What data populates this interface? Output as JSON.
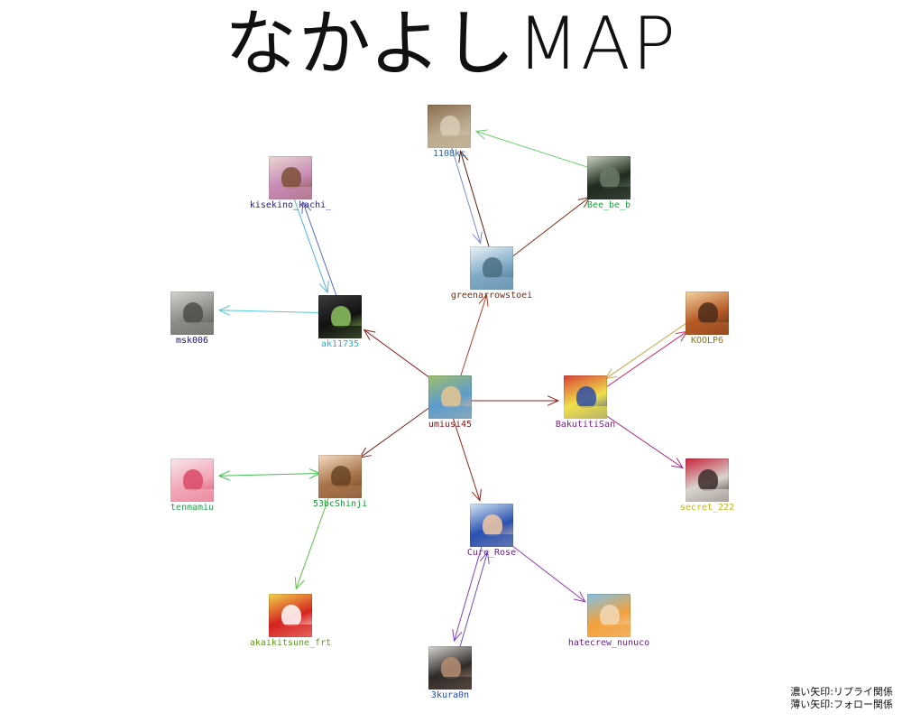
{
  "title": "なかよしMAP",
  "legend": {
    "dark_line": "濃い矢印:リプライ関係",
    "light_line": "薄い矢印:フォロー関係"
  },
  "nodes": [
    {
      "id": "1108kc",
      "label": "1108kc",
      "label_color": "#1d64b4",
      "avatar_colors": [
        "#b9a98d",
        "#8a6d4f",
        "#d9cdb8"
      ],
      "avatar_icon": "deer-photo-icon"
    },
    {
      "id": "Bee_be_b",
      "label": "Bee_be_b",
      "label_color": "#17a53d",
      "avatar_colors": [
        "#1f2a1e",
        "#c9d3bf",
        "#6a7a68"
      ],
      "avatar_icon": "profile-photo-icon"
    },
    {
      "id": "kisekino_kachi_",
      "label": "kisekino_kachi_",
      "label_color": "#241f7a",
      "avatar_colors": [
        "#c98bb7",
        "#e7d8d0",
        "#7c4f36"
      ],
      "avatar_icon": "plush-toy-icon"
    },
    {
      "id": "greenarrowstoei",
      "label": "greenarrowstoei",
      "label_color": "#6a2f14",
      "avatar_colors": [
        "#7ea9c7",
        "#edf4f7",
        "#4a6e83"
      ],
      "avatar_icon": "swans-photo-icon"
    },
    {
      "id": "msk006",
      "label": "msk006",
      "label_color": "#1b1a6b",
      "avatar_colors": [
        "#8a8c88",
        "#d4d3cd",
        "#4e4c48"
      ],
      "avatar_icon": "robot-model-icon"
    },
    {
      "id": "ak11735",
      "label": "ak11735",
      "label_color": "#23b3c6",
      "avatar_colors": [
        "#111111",
        "#3c3c3c",
        "#8dc35f"
      ],
      "avatar_icon": "dark-cube-icon"
    },
    {
      "id": "KOOLP6",
      "label": "KOOLP6",
      "label_color": "#8a7a10",
      "avatar_colors": [
        "#b75b27",
        "#f3d4a2",
        "#4b2b17"
      ],
      "avatar_icon": "anime-girl-icon"
    },
    {
      "id": "umiusi45",
      "label": "umiusi45",
      "label_color": "#7a1414",
      "avatar_colors": [
        "#5d9bcc",
        "#9fc06b",
        "#e7c58f"
      ],
      "avatar_icon": "dog-photo-icon"
    },
    {
      "id": "BakutitiSan",
      "label": "BakutitiSan",
      "label_color": "#7d1f8c",
      "avatar_colors": [
        "#f1e04b",
        "#d94037",
        "#2d4ea5"
      ],
      "avatar_icon": "anime-collage-icon"
    },
    {
      "id": "tenmamiu",
      "label": "tenmamiu",
      "label_color": "#23a24d",
      "avatar_colors": [
        "#f3a8b9",
        "#f6e7ea",
        "#d94a66"
      ],
      "avatar_icon": "anime-girl-pink-icon"
    },
    {
      "id": "53bcShinji",
      "label": "53bcShinji",
      "label_color": "#1a9a38",
      "avatar_colors": [
        "#a8744b",
        "#f4dec3",
        "#6a4424"
      ],
      "avatar_icon": "anime-girl-brown-icon"
    },
    {
      "id": "secret_222",
      "label": "secret_222",
      "label_color": "#c4b414",
      "avatar_colors": [
        "#d8d4ce",
        "#c9233a",
        "#3b2a29"
      ],
      "avatar_icon": "anime-girl-red-icon"
    },
    {
      "id": "Cure_Rose",
      "label": "Cure_Rose",
      "label_color": "#6b1f94",
      "avatar_colors": [
        "#2951b2",
        "#d6e7f2",
        "#f2c9a6"
      ],
      "avatar_icon": "cosplay-blue-icon"
    },
    {
      "id": "akaikitsune_frt",
      "label": "akaikitsune_frt",
      "label_color": "#5a9e1a",
      "avatar_colors": [
        "#d6221e",
        "#f2d34a",
        "#ffffff"
      ],
      "avatar_icon": "noodle-cup-icon"
    },
    {
      "id": "hatecrew_nunuco",
      "label": "hatecrew_nunuco",
      "label_color": "#6a1f8e",
      "avatar_colors": [
        "#f2a13c",
        "#7fc2e6",
        "#f2d8b8"
      ],
      "avatar_icon": "cosplay-orange-icon"
    },
    {
      "id": "3kura0n",
      "label": "3kura0n",
      "label_color": "#1d4cc0",
      "avatar_colors": [
        "#2e2a28",
        "#d9d6d2",
        "#b78d72"
      ],
      "avatar_icon": "man-portrait-icon"
    }
  ],
  "edges": [
    {
      "source": "Bee_be_b",
      "target": "1108kc",
      "color": "#6fd06f",
      "arrow_end": true,
      "arrow_start": false
    },
    {
      "source": "greenarrowstoei",
      "target": "1108kc",
      "color": "#5a1a10",
      "arrow_end": true,
      "arrow_start": false
    },
    {
      "source": "1108kc",
      "target": "greenarrowstoei",
      "color": "#7a86cf",
      "arrow_end": true,
      "arrow_start": false
    },
    {
      "source": "greenarrowstoei",
      "target": "Bee_be_b",
      "color": "#7a2e16",
      "arrow_end": true,
      "arrow_start": false
    },
    {
      "source": "kisekino_kachi_",
      "target": "ak11735",
      "color": "#48b6e6",
      "arrow_end": true,
      "arrow_start": false
    },
    {
      "source": "ak11735",
      "target": "kisekino_kachi_",
      "color": "#5a68c7",
      "arrow_end": true,
      "arrow_start": false
    },
    {
      "source": "ak11735",
      "target": "msk006",
      "color": "#4fc6dc",
      "arrow_end": true,
      "arrow_start": false
    },
    {
      "source": "umiusi45",
      "target": "ak11735",
      "color": "#8a2020",
      "arrow_end": true,
      "arrow_start": false
    },
    {
      "source": "umiusi45",
      "target": "greenarrowstoei",
      "color": "#b13b2b",
      "arrow_end": true,
      "arrow_start": false
    },
    {
      "source": "umiusi45",
      "target": "BakutitiSan",
      "color": "#8e1f22",
      "arrow_end": true,
      "arrow_start": false
    },
    {
      "source": "umiusi45",
      "target": "53bcShinji",
      "color": "#7c1f1f",
      "arrow_end": true,
      "arrow_start": false
    },
    {
      "source": "umiusi45",
      "target": "Cure_Rose",
      "color": "#8f2620",
      "arrow_end": true,
      "arrow_start": false
    },
    {
      "source": "BakutitiSan",
      "target": "KOOLP6",
      "color": "#cc2c6a",
      "arrow_end": true,
      "arrow_start": false
    },
    {
      "source": "KOOLP6",
      "target": "BakutitiSan",
      "color": "#c8a545",
      "arrow_end": true,
      "arrow_start": false
    },
    {
      "source": "BakutitiSan",
      "target": "secret_222",
      "color": "#aa2f85",
      "arrow_end": true,
      "arrow_start": false
    },
    {
      "source": "53bcShinji",
      "target": "tenmamiu",
      "color": "#3cc14c",
      "arrow_end": true,
      "arrow_start": true
    },
    {
      "source": "53bcShinji",
      "target": "akaikitsune_frt",
      "color": "#59c43d",
      "arrow_end": true,
      "arrow_start": false
    },
    {
      "source": "Cure_Rose",
      "target": "hatecrew_nunuco",
      "color": "#8d3bbf",
      "arrow_end": true,
      "arrow_start": false
    },
    {
      "source": "Cure_Rose",
      "target": "3kura0n",
      "color": "#7a42c8",
      "arrow_end": true,
      "arrow_start": false
    },
    {
      "source": "3kura0n",
      "target": "Cure_Rose",
      "color": "#6d4cc4",
      "arrow_end": true,
      "arrow_start": false
    }
  ]
}
